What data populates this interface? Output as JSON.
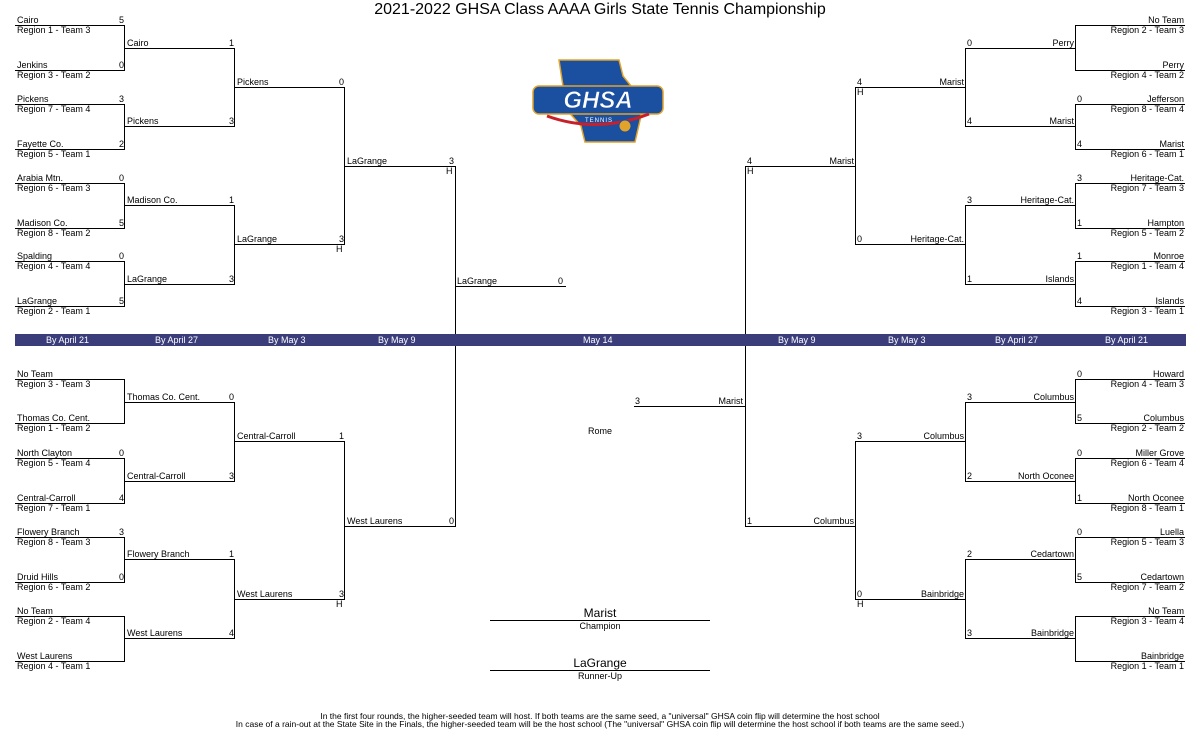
{
  "title": "2021-2022 GHSA Class AAAA Girls State Tennis Championship",
  "logo": {
    "main": "GHSA",
    "sub": "TENNIS"
  },
  "colors": {
    "band": "#3a3d7a",
    "logo_blue": "#1b4fa0",
    "logo_gold": "#e1a32a",
    "logo_red": "#c8202b"
  },
  "round_dates": {
    "r1_left": "By April 21",
    "r2_left": "By April 27",
    "r3_left": "By May 3",
    "r4_left": "By May 9",
    "final": "May 14",
    "r4_right": "By May 9",
    "r3_right": "By May 3",
    "r2_right": "By April 27",
    "r1_right": "By April 21"
  },
  "left_top": {
    "r1": [
      {
        "team": "Cairo",
        "seed": "Region 1 - Team 3",
        "score": "5"
      },
      {
        "team": "Jenkins",
        "seed": "Region 3 - Team 2",
        "score": "0"
      },
      {
        "team": "Pickens",
        "seed": "Region 7 - Team 4",
        "score": "3"
      },
      {
        "team": "Fayette Co.",
        "seed": "Region 5 - Team 1",
        "score": "2"
      },
      {
        "team": "Arabia Mtn.",
        "seed": "Region 6 - Team 3",
        "score": "0"
      },
      {
        "team": "Madison Co.",
        "seed": "Region 8 - Team 2",
        "score": "5"
      },
      {
        "team": "Spalding",
        "seed": "Region 4 - Team 4",
        "score": "0"
      },
      {
        "team": "LaGrange",
        "seed": "Region 2 - Team 1",
        "score": "5"
      }
    ],
    "r2": [
      {
        "team": "Cairo",
        "score": "1"
      },
      {
        "team": "Pickens",
        "score": "3"
      },
      {
        "team": "Madison Co.",
        "score": "1"
      },
      {
        "team": "LaGrange",
        "score": "3"
      }
    ],
    "r3": [
      {
        "team": "Pickens",
        "score": "0"
      },
      {
        "team": "LaGrange",
        "score": "3",
        "host": "H"
      }
    ],
    "r4": {
      "team": "LaGrange",
      "score": "3",
      "host": "H"
    }
  },
  "left_bottom": {
    "r1": [
      {
        "team": "No Team",
        "seed": "Region 3 - Team 3",
        "score": ""
      },
      {
        "team": "Thomas Co. Cent.",
        "seed": "Region 1 - Team 2",
        "score": ""
      },
      {
        "team": "North Clayton",
        "seed": "Region 5 - Team 4",
        "score": "0"
      },
      {
        "team": "Central-Carroll",
        "seed": "Region 7 - Team 1",
        "score": "4"
      },
      {
        "team": "Flowery Branch",
        "seed": "Region 8 - Team 3",
        "score": "3"
      },
      {
        "team": "Druid Hills",
        "seed": "Region 6 - Team 2",
        "score": "0"
      },
      {
        "team": "No Team",
        "seed": "Region 2 - Team 4",
        "score": ""
      },
      {
        "team": "West Laurens",
        "seed": "Region 4 - Team 1",
        "score": ""
      }
    ],
    "r2": [
      {
        "team": "Thomas Co. Cent.",
        "score": "0"
      },
      {
        "team": "Central-Carroll",
        "score": "3"
      },
      {
        "team": "Flowery Branch",
        "score": "1"
      },
      {
        "team": "West Laurens",
        "score": "4"
      }
    ],
    "r3": [
      {
        "team": "Central-Carroll",
        "score": "1"
      },
      {
        "team": "West Laurens",
        "score": "3",
        "host": "H"
      }
    ],
    "r4": {
      "team": "West Laurens",
      "score": "0"
    }
  },
  "right_top": {
    "r1": [
      {
        "team": "No Team",
        "seed": "Region 2 - Team 3",
        "score": ""
      },
      {
        "team": "Perry",
        "seed": "Region 4 - Team 2",
        "score": ""
      },
      {
        "team": "Jefferson",
        "seed": "Region  8 - Team 4",
        "score": "0"
      },
      {
        "team": "Marist",
        "seed": "Region 6 - Team 1",
        "score": "4"
      },
      {
        "team": "Heritage-Cat.",
        "seed": "Region 7 - Team 3",
        "score": "3"
      },
      {
        "team": "Hampton",
        "seed": "Region 5 - Team 2",
        "score": "1"
      },
      {
        "team": "Monroe",
        "seed": "Region 1 - Team 4",
        "score": "1"
      },
      {
        "team": "Islands",
        "seed": "Region 3 - Team 1",
        "score": "4"
      }
    ],
    "r2": [
      {
        "team": "Perry",
        "score": "0"
      },
      {
        "team": "Marist",
        "score": "4"
      },
      {
        "team": "Heritage-Cat.",
        "score": "3"
      },
      {
        "team": "Islands",
        "score": "1"
      }
    ],
    "r3": [
      {
        "team": "Marist",
        "score": "4",
        "host": "H"
      },
      {
        "team": "Heritage-Cat.",
        "score": "0"
      }
    ],
    "r4": {
      "team": "Marist",
      "score": "4",
      "host": "H"
    }
  },
  "right_bottom": {
    "r1": [
      {
        "team": "Howard",
        "seed": "Region 4 - Team 3",
        "score": "0"
      },
      {
        "team": "Columbus",
        "seed": "Region 2 - Team 2",
        "score": "5"
      },
      {
        "team": "Miller Grove",
        "seed": "Region 6 - Team 4",
        "score": "0"
      },
      {
        "team": "North Oconee",
        "seed": "Region 8 - Team 1",
        "score": "1"
      },
      {
        "team": "Luella",
        "seed": "Region 5 - Team 3",
        "score": "0"
      },
      {
        "team": "Cedartown",
        "seed": "Region 7 - Team 2",
        "score": "5"
      },
      {
        "team": "No Team",
        "seed": "Region 3 - Team 4",
        "score": ""
      },
      {
        "team": "Bainbridge",
        "seed": "Region 1 - Team 1",
        "score": ""
      }
    ],
    "r2": [
      {
        "team": "Columbus",
        "score": "3"
      },
      {
        "team": "North Oconee",
        "score": "2"
      },
      {
        "team": "Cedartown",
        "score": "2"
      },
      {
        "team": "Bainbridge",
        "score": "3"
      }
    ],
    "r3": [
      {
        "team": "Columbus",
        "score": "3"
      },
      {
        "team": "Bainbridge",
        "score": "0",
        "host": "H"
      }
    ],
    "r4": {
      "team": "Columbus",
      "score": "1"
    }
  },
  "final": {
    "left": {
      "team": "LaGrange",
      "score": "0"
    },
    "right": {
      "team": "Marist",
      "score": "3"
    },
    "site": "Rome"
  },
  "champion": {
    "name": "Marist",
    "label": "Champion"
  },
  "runner_up": {
    "name": "LaGrange",
    "label": "Runner-Up"
  },
  "footnotes": [
    "In the first four rounds, the higher-seeded team will host.  If both teams are the same seed, a \"universal\" GHSA coin flip will determine the host school",
    "In case of a rain-out at the State Site in the Finals, the higher-seeded team will be the host school (The \"universal\" GHSA coin flip will determine the host school if both teams are the same seed.)"
  ]
}
